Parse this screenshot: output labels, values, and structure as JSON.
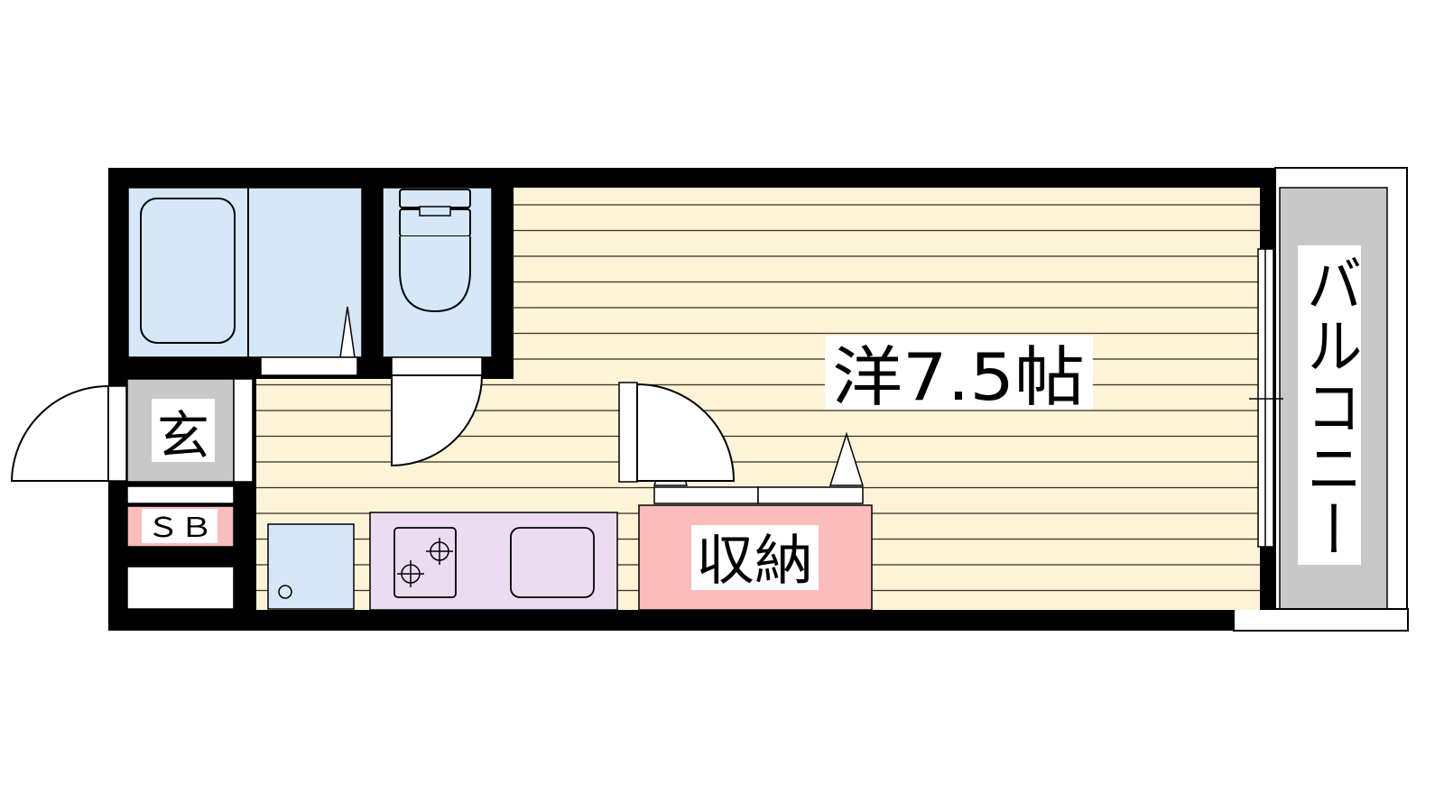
{
  "rooms": {
    "western_room": {
      "label": "洋7.5帖"
    },
    "entrance": {
      "label": "玄"
    },
    "shoe_box": {
      "label": "ＳＢ"
    },
    "storage": {
      "label": "収納"
    },
    "balcony": {
      "label": "バルコニー"
    }
  },
  "colors": {
    "wall": "#000000",
    "flooring": "#fdf3d6",
    "floor_lines": "#3a3326",
    "wet_area": "#d6e8f8",
    "kitchen_counter": "#ebdcf2",
    "storage": "#fbbcbc",
    "entrance": "#c8c8c8",
    "balcony": "#c8c8c8",
    "label_bg": "#ffffff"
  },
  "icons": [
    "bathtub-icon",
    "toilet-icon",
    "stove-burner-icon",
    "sink-icon",
    "washing-machine-pan-icon",
    "door-swing-icon"
  ]
}
